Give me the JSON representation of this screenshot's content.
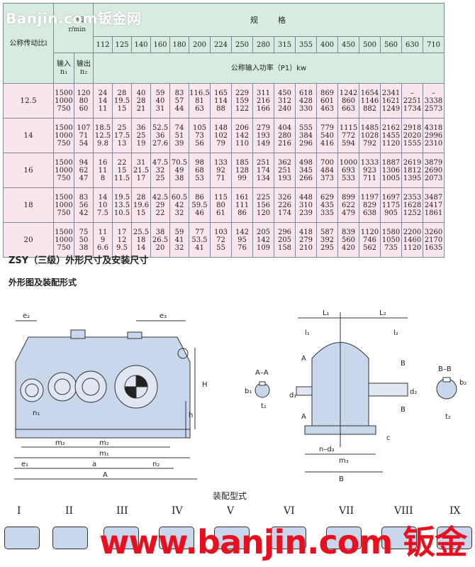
{
  "watermark_top": "Banjin.com钣金网",
  "table": {
    "ratio_label": "公称传动比i",
    "speed_label_line1": "转速",
    "speed_label_line2": "r/min",
    "spec_label": "规　　格",
    "input_label": "输入",
    "input_sub": "n₁",
    "output_label": "输出",
    "output_sub": "n₂",
    "sizes": [
      "112",
      "125",
      "140",
      "160",
      "180",
      "200",
      "224",
      "250",
      "280",
      "315",
      "355",
      "400",
      "450",
      "500",
      "560",
      "630",
      "710"
    ],
    "power_label": "公称输入功率（P1）kw",
    "rows": [
      {
        "ratio": "12.5",
        "input": "1500\n1000\n750",
        "output": "120\n80\n60",
        "values": [
          "24\n14\n11",
          "28\n19.5\n15",
          "40\n28\n21",
          "59\n40\n31",
          "83\n57\n44",
          "116.5\n81\n63",
          "165\n114\n88",
          "229\n159\n122",
          "311\n216\n166",
          "450\n312\n240",
          "618\n428\n330",
          "869\n601\n463",
          "1242\n860\n663",
          "1654\n1146\n882",
          "2341\n1621\n1249",
          "–\n2251\n1734",
          "–\n3338\n2573"
        ]
      },
      {
        "ratio": "14",
        "input": "1500\n1000\n750",
        "output": "107\n71\n54",
        "values": [
          "18.5\n12.5\n9.8",
          "25\n17.5\n13",
          "36\n25\n19",
          "52.5\n36\n27.6",
          "74\n51\n39",
          "105\n73\n56",
          "148\n102\n79",
          "206\n142\n110",
          "279\n193\n149",
          "404\n280\n216",
          "555\n384\n296",
          "779\n540\n416",
          "1115\n772\n594",
          "1485\n1028\n792",
          "2162\n1455\n1120",
          "2918\n2020\n1555",
          "4318\n2996\n2310"
        ]
      },
      {
        "ratio": "16",
        "input": "1500\n1000\n750",
        "output": "94\n62\n47",
        "values": [
          "16\n11\n8",
          "22\n15\n11.5",
          "31\n21.5\n17",
          "47.5\n32\n25",
          "70.5\n49\n38",
          "98\n68\n53",
          "133\n92\n71",
          "185\n128\n99",
          "251\n174\n134",
          "362\n251\n193",
          "498\n345\n266",
          "700\n484\n373",
          "1000\n693\n533",
          "1333\n923\n711",
          "1887\n1306\n1005",
          "2619\n1812\n1395",
          "3879\n2690\n2073"
        ]
      },
      {
        "ratio": "18",
        "input": "1500\n1000\n750",
        "output": "83\n56\n42",
        "values": [
          "14\n10\n7.5",
          "19.5\n13.5\n10.5",
          "28\n19.6\n15",
          "42.5\n29\n22",
          "60.5\n42\n32",
          "86\n59.5\n46",
          "115\n80\n61",
          "161\n111\n86",
          "225\n156\n120",
          "326\n226\n174",
          "448\n310\n239",
          "629\n435\n335",
          "899\n622\n479",
          "1197\n829\n638",
          "1697\n1175\n905",
          "2353\n1628\n1252",
          "3487\n2417\n1861"
        ]
      },
      {
        "ratio": "20",
        "input": "1500\n1000\n750",
        "output": "75\n50\n38",
        "values": [
          "11\n9\n6.6",
          "17\n12\n9.5",
          "25.5\n18\n14",
          "38\n26.5\n20",
          "59\n41\n32",
          "77\n53.5\n41",
          "103\n72\n55",
          "142\n95\n76",
          "205\n142\n109",
          "296\n205\n158",
          "418\n279\n210",
          "587\n392\n295",
          "839\n560\n420",
          "1120\n746\n562",
          "1580\n1050\n735",
          "2200\n1460\n1120",
          "3260\n2170\n1635"
        ]
      }
    ]
  },
  "heading_main": "ZSY（三级）外形尺寸及安装尺寸",
  "heading_sub": "外形图及装配形式",
  "dims": {
    "e2": "e₂",
    "e3": "e₃",
    "H": "H",
    "h": "h",
    "n1": "n₁",
    "m2a": "m₂",
    "m2b": "m₂",
    "m1": "m₁",
    "e1": "e₁",
    "a": "a",
    "n2": "n₂",
    "A": "A",
    "AA": "A–A",
    "b1": "b₁",
    "t1": "t₁",
    "d1": "d₁",
    "L1": "L₁",
    "L2": "L₂",
    "l1": "l₁",
    "l2": "l₂",
    "Bsec": "B",
    "Bsec2": "B",
    "Aa": "A",
    "Ab": "A",
    "d2": "d₂",
    "c": "c",
    "nd3": "n–d₃",
    "m3": "m₃",
    "B": "B",
    "BB": "B–B",
    "b2": "b₂",
    "t2": "t₂"
  },
  "mount_title": "装配型式",
  "mount_types": [
    "I",
    "II",
    "III",
    "IV",
    "V",
    "VI",
    "VII",
    "VIII",
    "IX"
  ],
  "watermark_bottom": "www.banjin.com 钣金"
}
